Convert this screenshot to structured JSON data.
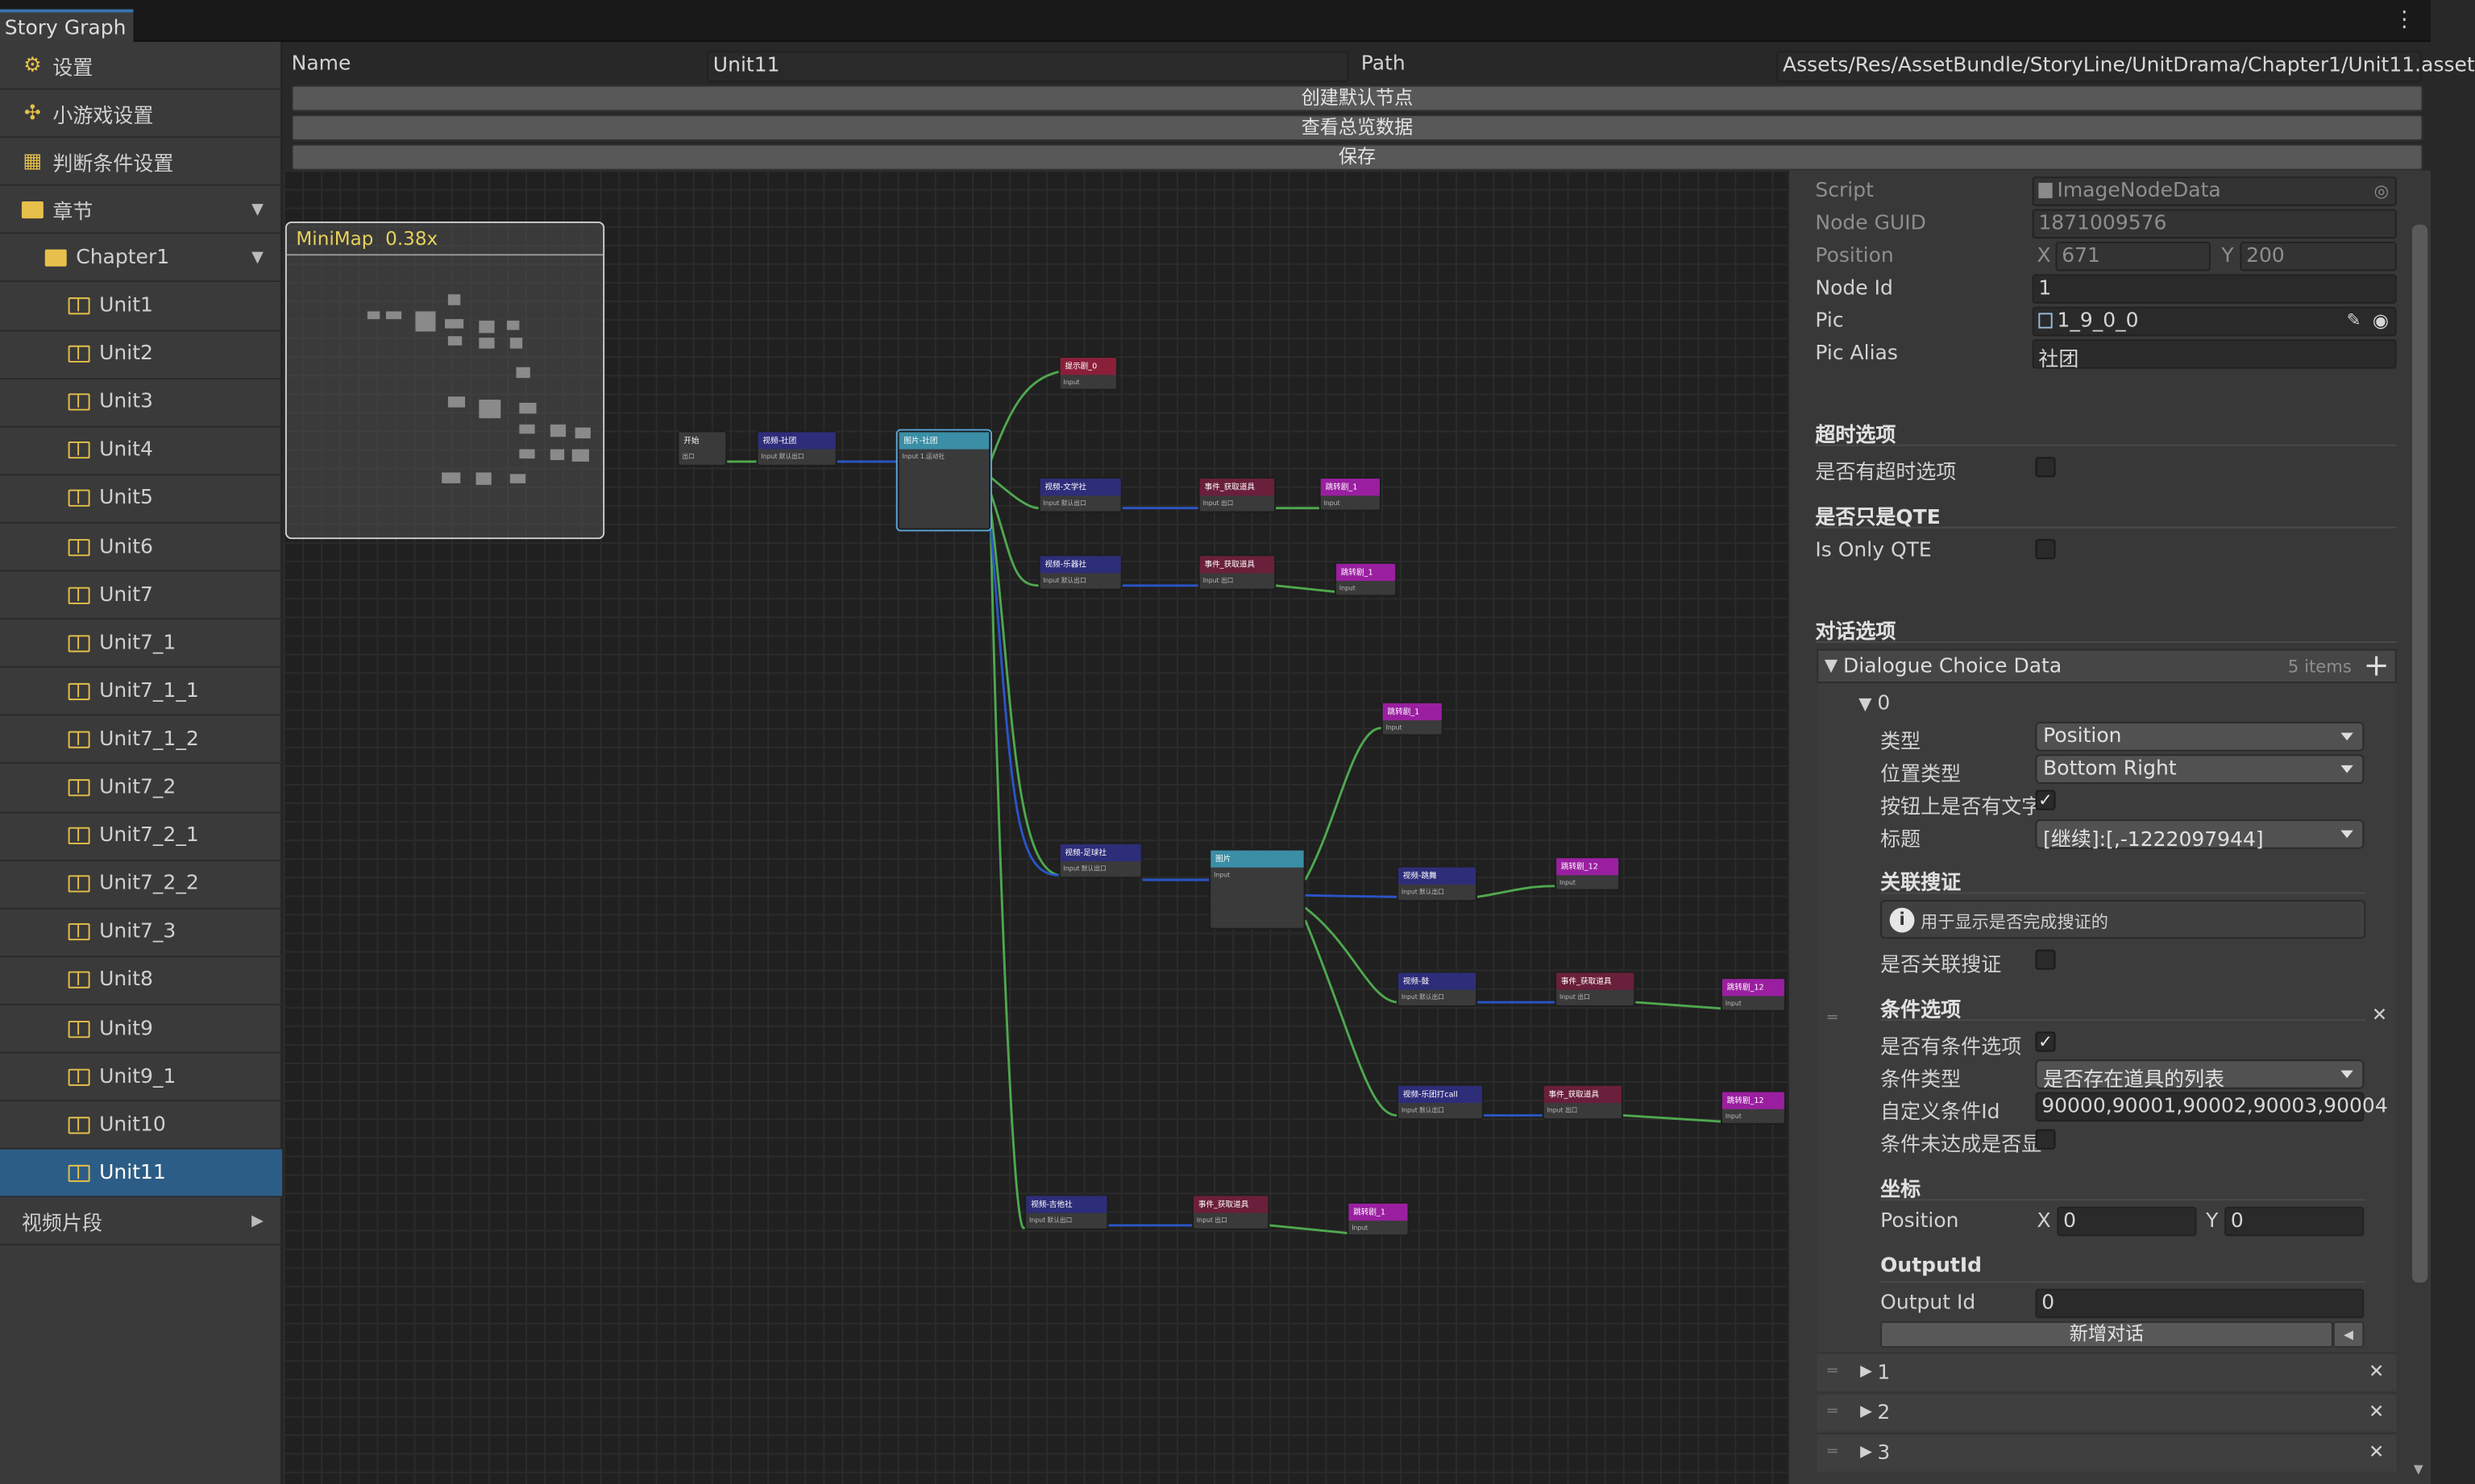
{
  "window": {
    "tab_title": "Story Graph"
  },
  "sidebar": {
    "items": [
      {
        "label": "设置",
        "icon": "gear-icon",
        "indent": 0
      },
      {
        "label": "小游戏设置",
        "icon": "puzzle-icon",
        "indent": 0
      },
      {
        "label": "判断条件设置",
        "icon": "grid-icon",
        "indent": 0
      },
      {
        "label": "章节",
        "icon": "book-icon",
        "indent": 0,
        "expanded": true
      },
      {
        "label": "Chapter1",
        "icon": "book-icon",
        "indent": 1,
        "expanded": true
      },
      {
        "label": "Unit1",
        "icon": "book-open-icon",
        "indent": 2
      },
      {
        "label": "Unit2",
        "icon": "book-open-icon",
        "indent": 2
      },
      {
        "label": "Unit3",
        "icon": "book-open-icon",
        "indent": 2
      },
      {
        "label": "Unit4",
        "icon": "book-open-icon",
        "indent": 2
      },
      {
        "label": "Unit5",
        "icon": "book-open-icon",
        "indent": 2
      },
      {
        "label": "Unit6",
        "icon": "book-open-icon",
        "indent": 2
      },
      {
        "label": "Unit7",
        "icon": "book-open-icon",
        "indent": 2
      },
      {
        "label": "Unit7_1",
        "icon": "book-open-icon",
        "indent": 2
      },
      {
        "label": "Unit7_1_1",
        "icon": "book-open-icon",
        "indent": 2
      },
      {
        "label": "Unit7_1_2",
        "icon": "book-open-icon",
        "indent": 2
      },
      {
        "label": "Unit7_2",
        "icon": "book-open-icon",
        "indent": 2
      },
      {
        "label": "Unit7_2_1",
        "icon": "book-open-icon",
        "indent": 2
      },
      {
        "label": "Unit7_2_2",
        "icon": "book-open-icon",
        "indent": 2
      },
      {
        "label": "Unit7_3",
        "icon": "book-open-icon",
        "indent": 2
      },
      {
        "label": "Unit8",
        "icon": "book-open-icon",
        "indent": 2
      },
      {
        "label": "Unit9",
        "icon": "book-open-icon",
        "indent": 2
      },
      {
        "label": "Unit9_1",
        "icon": "book-open-icon",
        "indent": 2
      },
      {
        "label": "Unit10",
        "icon": "book-open-icon",
        "indent": 2
      },
      {
        "label": "Unit11",
        "icon": "book-open-icon",
        "indent": 2,
        "selected": true
      },
      {
        "label": "视频片段",
        "icon": "",
        "indent": 0,
        "collapsed": true
      }
    ]
  },
  "header": {
    "name_label": "Name",
    "name_value": "Unit11",
    "path_label": "Path",
    "path_value": "Assets/Res/AssetBundle/StoryLine/UnitDrama/Chapter1/Unit11.asset",
    "btn_create_default": "创建默认节点",
    "btn_view_overview": "查看总览数据",
    "btn_save": "保存"
  },
  "minimap": {
    "label": "MiniMap",
    "zoom": "0.38x"
  },
  "graph_nodes": [
    {
      "title": "开始",
      "color": "#3a3a3a",
      "port": "出口"
    },
    {
      "title": "视频-社团",
      "color": "#2e2d7a",
      "port": "Input 默认出口"
    },
    {
      "title": "图片-社团",
      "color": "#3a8ea5",
      "port": "Input 1.运动社"
    },
    {
      "title": "提示剧_0",
      "color": "#8a1f3a",
      "port": "Input"
    },
    {
      "title": "视频-文学社",
      "color": "#2e2d7a",
      "port": "Input 默认出口"
    },
    {
      "title": "事件_获取道具",
      "color": "#6a1f3a",
      "port": "Input 出口"
    },
    {
      "title": "跳转剧_1",
      "color": "#9a1fa0",
      "port": "Input"
    },
    {
      "title": "视频-乐器社",
      "color": "#2e2d7a",
      "port": "Input 默认出口"
    },
    {
      "title": "事件_获取道具",
      "color": "#6a1f3a",
      "port": "Input 出口"
    },
    {
      "title": "跳转剧_1",
      "color": "#9a1fa0",
      "port": "Input"
    },
    {
      "title": "跳转剧_1",
      "color": "#9a1fa0",
      "port": "Input"
    },
    {
      "title": "视频-足球社",
      "color": "#2e2d7a",
      "port": "Input 默认出口"
    },
    {
      "title": "图片",
      "color": "#3a8ea5",
      "port": "Input"
    },
    {
      "title": "视频-跳舞",
      "color": "#2e2d7a",
      "port": "Input 默认出口"
    },
    {
      "title": "跳转剧_12",
      "color": "#9a1fa0",
      "port": "Input"
    },
    {
      "title": "视频-鼓",
      "color": "#2e2d7a",
      "port": "Input 默认出口"
    },
    {
      "title": "事件_获取道具",
      "color": "#6a1f3a",
      "port": "Input 出口"
    },
    {
      "title": "跳转剧_12",
      "color": "#9a1fa0",
      "port": "Input"
    },
    {
      "title": "视频-乐团打call",
      "color": "#2e2d7a",
      "port": "Input 默认出口"
    },
    {
      "title": "事件_获取道具",
      "color": "#6a1f3a",
      "port": "Input 出口"
    },
    {
      "title": "跳转剧_12",
      "color": "#9a1fa0",
      "port": "Input"
    },
    {
      "title": "视频-吉他社",
      "color": "#2e2d7a",
      "port": "Input 默认出口"
    },
    {
      "title": "事件_获取道具",
      "color": "#6a1f3a",
      "port": "Input 出口"
    },
    {
      "title": "跳转剧_1",
      "color": "#9a1fa0",
      "port": "Input"
    }
  ],
  "inspector": {
    "script_label": "Script",
    "script_value": "ImageNodeData",
    "guid_label": "Node GUID",
    "guid_value": "1871009576",
    "position_label": "Position",
    "pos_x_label": "X",
    "pos_x": "671",
    "pos_y_label": "Y",
    "pos_y": "200",
    "nodeid_label": "Node Id",
    "nodeid_value": "1",
    "pic_label": "Pic",
    "pic_value": "1_9_0_0",
    "pic_alias_label": "Pic Alias",
    "pic_alias_value": "社团",
    "timeout_header": "超时选项",
    "timeout_label": "是否有超时选项",
    "qte_header": "是否只是QTE",
    "qte_label": "Is Only QTE",
    "dialog_header": "对话选项",
    "dialog_list_label": "Dialogue Choice Data",
    "dialog_list_count": "5 items",
    "item0": {
      "index": "0",
      "type_label": "类型",
      "type_value": "Position",
      "pos_type_label": "位置类型",
      "pos_type_value": "Bottom Right",
      "btn_text_label": "按钮上是否有文字",
      "title_label": "标题",
      "title_value": "[继续]:[,-1222097944]",
      "evidence_header": "关联搜证",
      "evidence_info": "用于显示是否完成搜证的",
      "evidence_label": "是否关联搜证",
      "cond_header": "条件选项",
      "cond_has_label": "是否有条件选项",
      "cond_type_label": "条件类型",
      "cond_type_value": "是否存在道具的列表",
      "cond_id_label": "自定义条件Id",
      "cond_id_value": "90000,90001,90002,90003,90004",
      "cond_unmet_label": "条件未达成是否显",
      "coord_header": "坐标",
      "coord_pos_label": "Position",
      "coord_x_label": "X",
      "coord_x": "0",
      "coord_y_label": "Y",
      "coord_y": "0",
      "output_header": "OutputId",
      "output_label": "Output Id",
      "output_value": "0",
      "add_dialog_btn": "新增对话"
    },
    "collapsed_items": [
      "1",
      "2",
      "3"
    ]
  },
  "colors": {
    "accent": "#2c5d87",
    "minimap_label": "#e6d15a",
    "edge_green": "#4fa84f",
    "edge_blue": "#2a55c8"
  }
}
